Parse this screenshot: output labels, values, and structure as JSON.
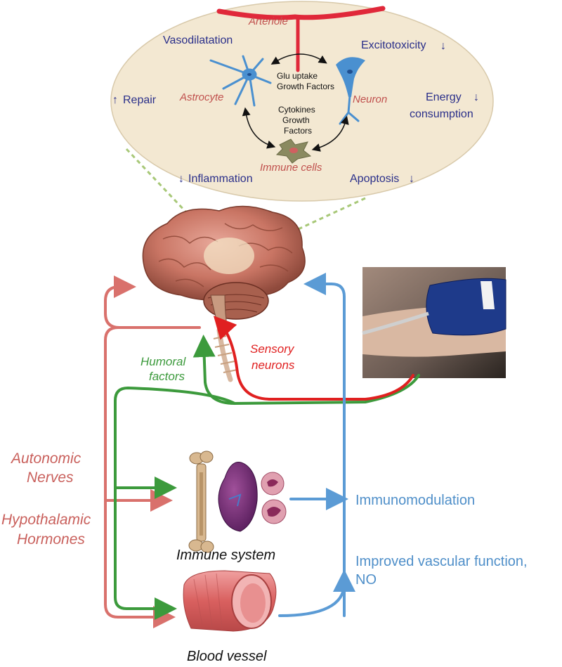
{
  "inset": {
    "labels": {
      "arteriole": "Arteriole",
      "vasodilatation": "Vasodilatation",
      "excitotoxicity": "Excitotoxicity",
      "repair": "Repair",
      "astrocyte": "Astrocyte",
      "neuron": "Neuron",
      "energy_line1": "Energy",
      "energy_line2": "consumption",
      "glu_uptake": "Glu uptake",
      "growth_factors_1": "Growth Factors",
      "cytokines": "Cytokines",
      "growth": "Growth",
      "factors": "Factors",
      "immune_cells": "Immune cells",
      "inflammation": "Inflammation",
      "apoptosis": "Apoptosis",
      "arrow_down": "↓",
      "arrow_up": "↑"
    },
    "colors": {
      "ellipse_fill": "#f3e8d2",
      "cell_blue": "#4a90d0",
      "arteriole_red": "#e0283a"
    }
  },
  "pathways": {
    "humoral_1": "Humoral",
    "humoral_2": "factors",
    "sensory_1": "Sensory",
    "sensory_2": "neurons",
    "autonomic_1": "Autonomic",
    "autonomic_2": "Nerves",
    "hypothalamic_1": "Hypothalamic",
    "hypothalamic_2": "Hormones",
    "immunomodulation": "Immunomodulation",
    "vascular_1": "Improved vascular function,",
    "vascular_2": "NO",
    "colors": {
      "autonomic": "#d9716c",
      "humoral": "#3c9a3c",
      "sensory": "#e02020",
      "feedback": "#5b9bd5"
    }
  },
  "organs": {
    "immune_system": "Immune system",
    "blood_vessel": "Blood vessel"
  }
}
